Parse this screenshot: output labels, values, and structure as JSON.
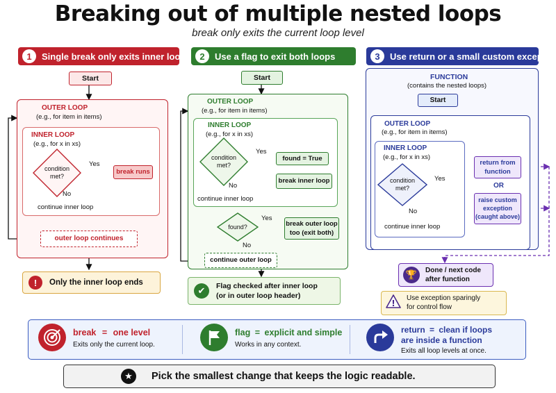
{
  "title": "Breaking out of multiple nested loops",
  "subtitle": "break only exits the current loop level",
  "colors": {
    "red": "#c0222c",
    "green": "#2e7d2e",
    "blue": "#2a3a9a",
    "purple": "#6a2fb0"
  },
  "col1": {
    "num": "1",
    "header": "Single break only exits inner loop",
    "start": "Start",
    "outer_title": "OUTER LOOP",
    "outer_sub": "(e.g., for item in items)",
    "inner_title": "INNER LOOP",
    "inner_sub": "(e.g., for x in xs)",
    "condition": "condition met?",
    "yes": "Yes",
    "no": "No",
    "break_runs": "break runs",
    "continue_inner": "continue inner loop",
    "outer_continues": "outer loop continues",
    "callout": "Only the inner loop ends",
    "callout_icon": "exclamation-icon"
  },
  "col2": {
    "num": "2",
    "header": "Use a flag to exit both loops",
    "start": "Start",
    "outer_title": "OUTER LOOP",
    "outer_sub": "(e.g., for item in items)",
    "inner_title": "INNER LOOP",
    "inner_sub": "(e.g., for x in xs)",
    "condition": "condition met?",
    "yes": "Yes",
    "no": "No",
    "found_true": "found = True",
    "break_inner": "break inner loop",
    "continue_inner": "continue inner loop",
    "found_q": "found?",
    "yes2": "Yes",
    "no2": "No",
    "break_outer_1": "break outer loop",
    "break_outer_2": "too (exit both)",
    "continue_outer": "continue outer loop",
    "callout_1": "Flag checked after inner loop",
    "callout_2": "(or in outer loop header)",
    "callout_icon": "checkmark-icon"
  },
  "col3": {
    "num": "3",
    "header": "Use return or a small custom exception",
    "function_title": "FUNCTION",
    "function_sub": "(contains the nested loops)",
    "start": "Start",
    "outer_title": "OUTER LOOP",
    "outer_sub": "(e.g., for item in items)",
    "inner_title": "INNER LOOP",
    "inner_sub": "(e.g., for x in xs)",
    "condition": "condition met?",
    "yes": "Yes",
    "no": "No",
    "return_1": "return from",
    "return_2": "function",
    "or": "OR",
    "raise_1": "raise custom",
    "raise_2": "exception",
    "raise_3": "(caught above)",
    "continue_inner": "continue inner loop",
    "done_1": "Done / next code",
    "done_2": "after function",
    "warn_1": "Use exception sparingly",
    "warn_2": "for control flow",
    "done_icon": "trophy-icon",
    "warn_icon": "warning-icon"
  },
  "summary": {
    "items": [
      {
        "icon": "target-icon",
        "keyword": "break",
        "eq": "=",
        "rest": "one level",
        "desc": "Exits only the current loop."
      },
      {
        "icon": "flag-icon",
        "keyword": "flag",
        "eq": "=",
        "rest": "explicit and simple",
        "desc": "Works in any context."
      },
      {
        "icon": "return-arrow-icon",
        "keyword": "return",
        "eq": "=",
        "rest": "clean if loops",
        "rest2": "are inside a function",
        "desc": "Exits all loop levels at once."
      }
    ]
  },
  "footer": {
    "icon": "star-icon",
    "text": "Pick the smallest change that keeps the logic readable."
  }
}
